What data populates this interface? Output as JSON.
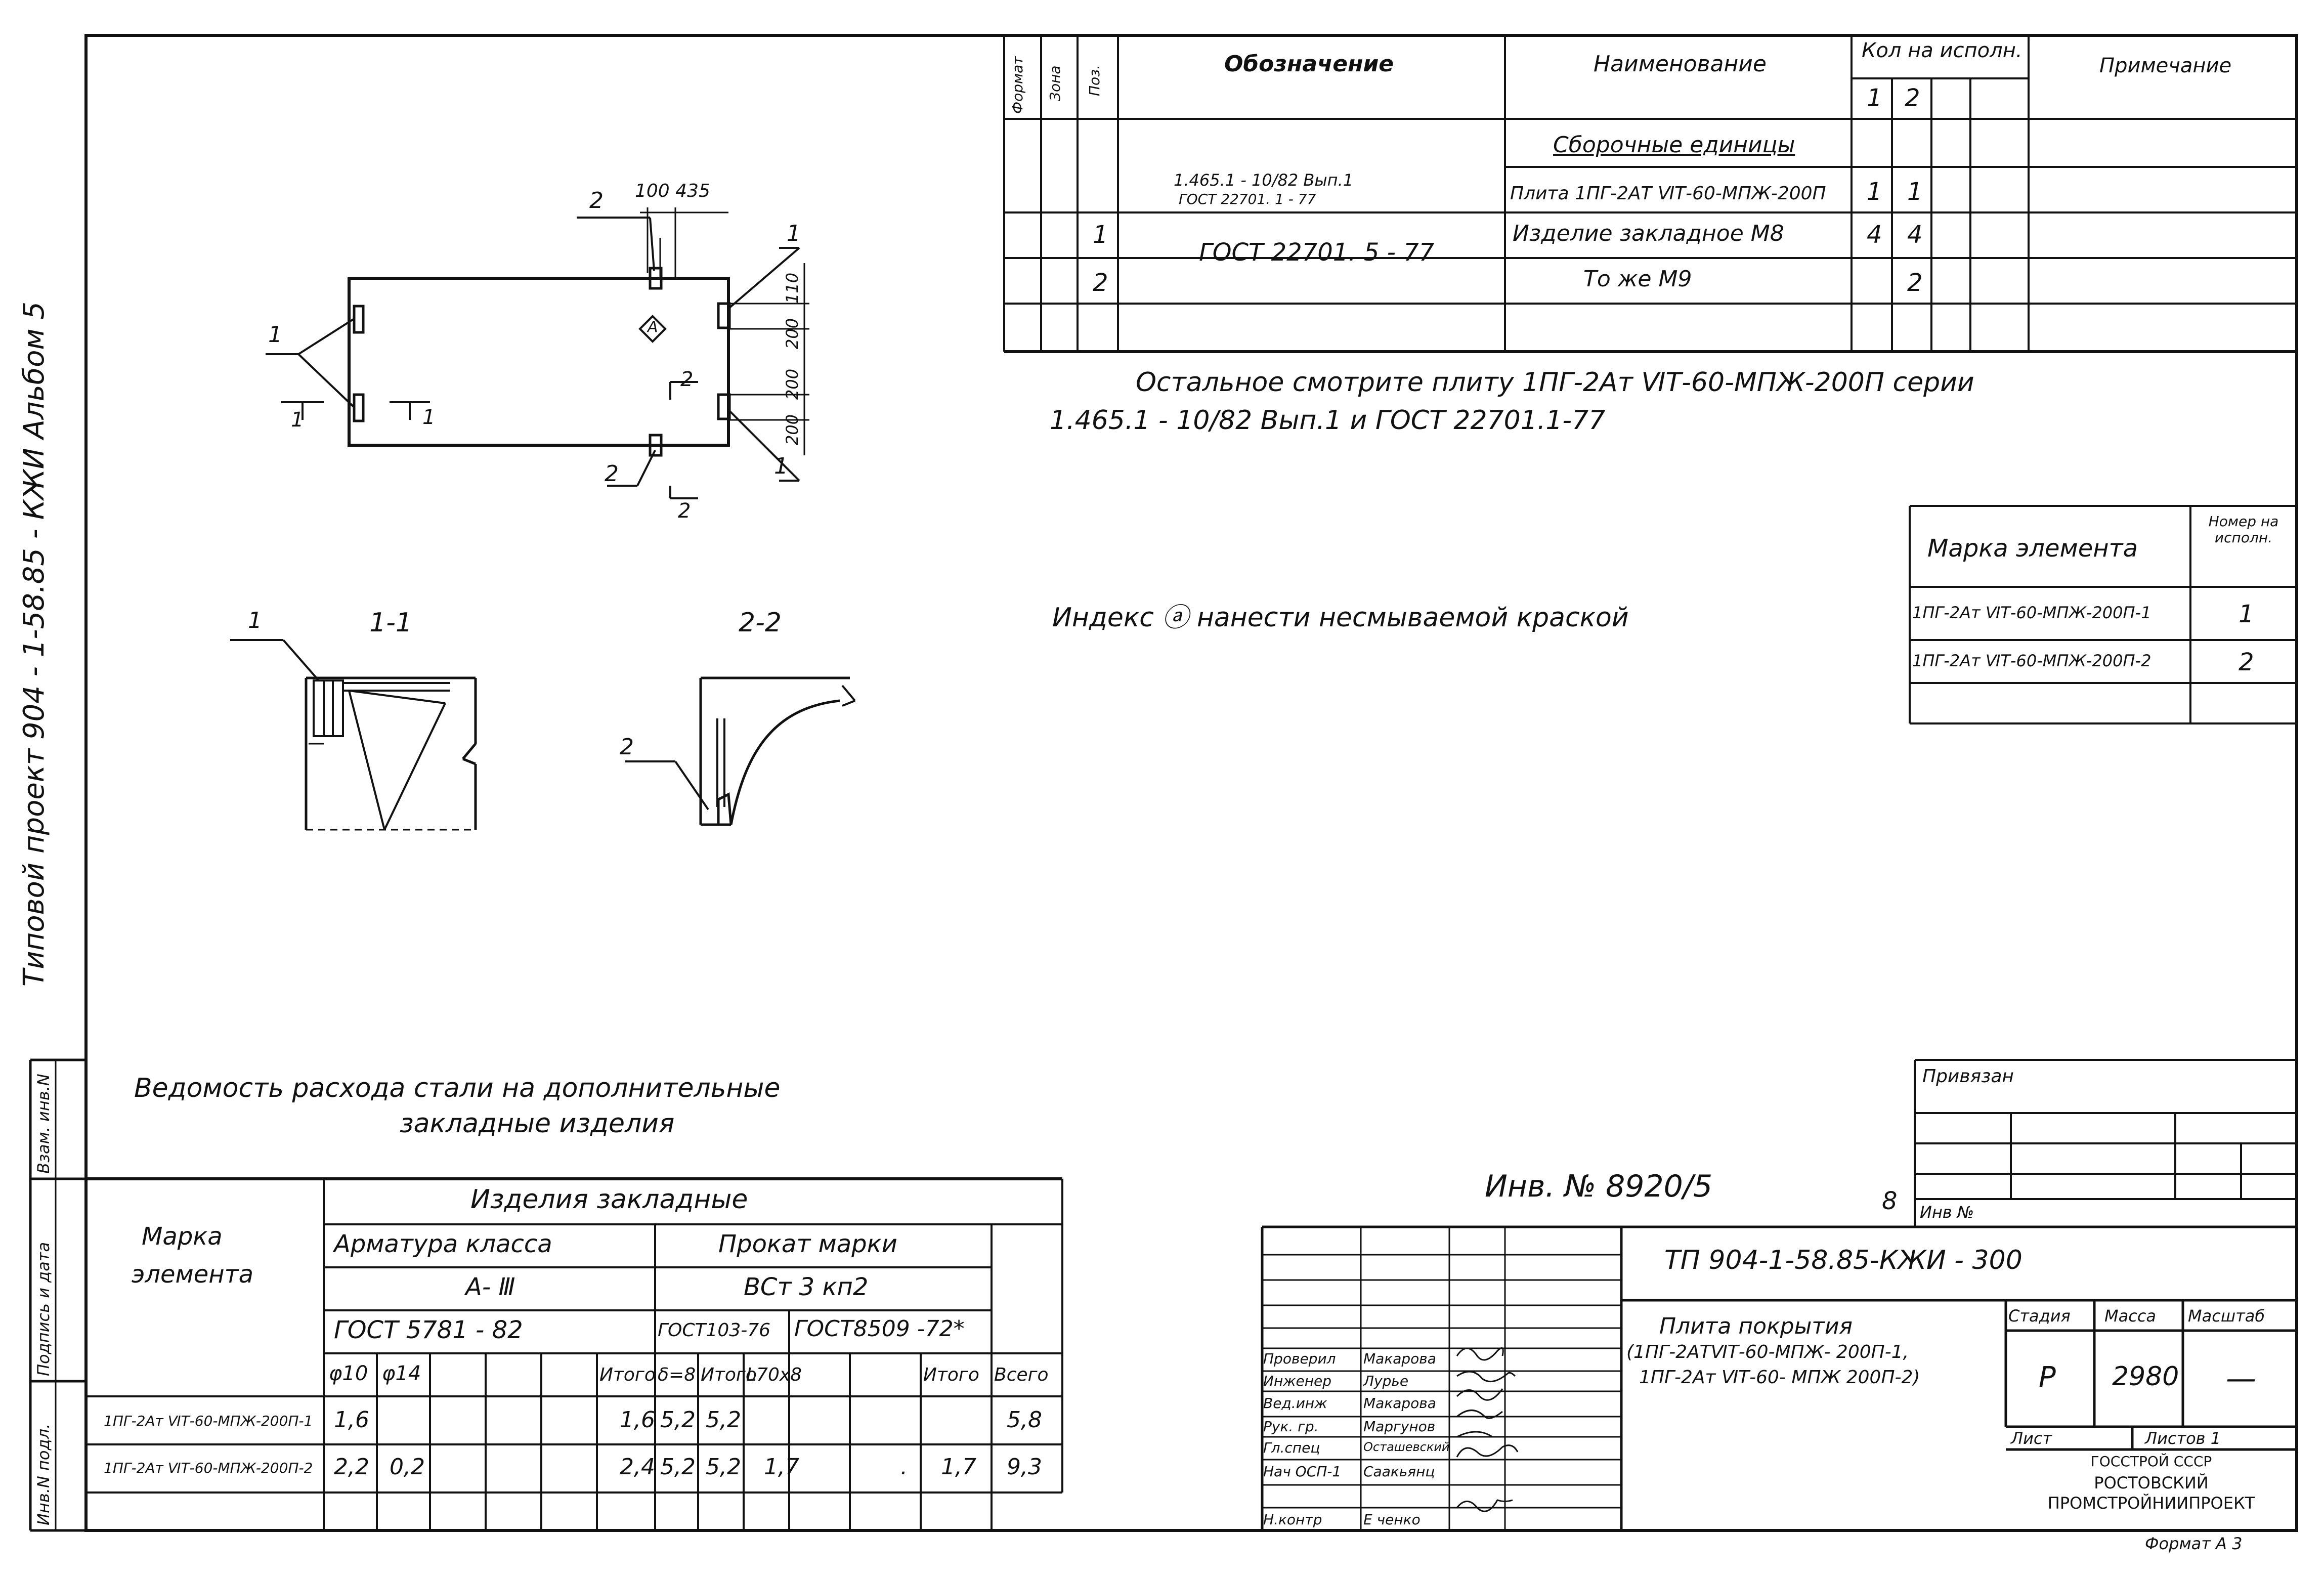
{
  "side_title": "Типовой  проект   904 - 1-58.85 - КЖИ Альбом 5",
  "spec": {
    "headers": {
      "format": "Формат",
      "zone": "Зона",
      "pos": "Поз.",
      "designation": "Обозначение",
      "name": "Наименование",
      "qty": "Кол на исполн.",
      "note": "Примечание",
      "v1": "1",
      "v2": "2"
    },
    "section": "Сборочные единицы",
    "rows": [
      {
        "pos": "",
        "designation": "1.465.1 - 10/82 Вып.1",
        "designation2": "ГОСТ 22701. 1 - 77",
        "name": "Плита 1ПГ-2АТ ⅥТ-60-МПЖ-200П",
        "q1": "1",
        "q2": "1"
      },
      {
        "pos": "1",
        "designation": "ГОСТ 22701. 5 - 77",
        "designation2": "",
        "name": "Изделие закладное  М8",
        "q1": "4",
        "q2": "4"
      },
      {
        "pos": "2",
        "designation": "",
        "designation2": "",
        "name": "То же           М9",
        "q1": "",
        "q2": "2"
      }
    ]
  },
  "note_rest_1": "Остальное   смотрите   плиту  1ПГ-2Ат ⅥТ-60-МПЖ-200П  серии",
  "note_rest_2": "1.465.1 - 10/82  Вып.1   и  ГОСТ  22701.1-77",
  "index_note": "Индекс  ⓐ  нанести  несмываемой  краской",
  "index_letter": "A",
  "marks_table": {
    "h1": "Марка  элемента",
    "h2": "Номер на исполн.",
    "rows": [
      {
        "mark": "1ПГ-2Ат ⅥТ-60-МПЖ-200П-1",
        "num": "1"
      },
      {
        "mark": "1ПГ-2Ат ⅥТ-60-МПЖ-200П-2",
        "num": "2"
      }
    ]
  },
  "drawing": {
    "labels": {
      "l1a": "1",
      "l1b": "1",
      "l1c": "1",
      "l2a": "2",
      "l2b": "2",
      "cut1a": "1",
      "cut1b": "1",
      "cut2": "2",
      "cut2b": "2",
      "dim_top": "100  435",
      "dim_r1": "110",
      "dim_r2": "200",
      "dim_r3": "200",
      "dim_r4": "200",
      "sec1_title": "1-1",
      "sec2_title": "2-2",
      "sec1_lbl": "1",
      "sec2_lbl": "2"
    }
  },
  "steel": {
    "title1": "Ведомость расхода стали на дополнительные",
    "title2": "закладные    изделия",
    "mark_h": "Марка",
    "mark_h2": "элемента",
    "products": "Изделия        закладные",
    "arm_class": "Арматура  класса",
    "arm_grade": "А- Ⅲ",
    "arm_gost": "ГОСТ  5781 - 82",
    "rolled": "Прокат  марки",
    "rolled_grade": "ВСт 3 кп2",
    "gost1": "ГОСТ103-76",
    "gost2": "ГОСТ8509 -72*",
    "cols": [
      "φ10",
      "φ14",
      "",
      "",
      "Итого",
      "δ=8",
      "Итого",
      "L70х8",
      "",
      "Итого",
      "Всего"
    ],
    "rows": [
      {
        "mark": "1ПГ-2Ат ⅥТ-60-МПЖ-200П-1",
        "v": [
          "1,6",
          "",
          "",
          "",
          "1,6",
          "5,2",
          "5,2",
          "",
          "",
          "",
          "5,8"
        ]
      },
      {
        "mark": "1ПГ-2Ат ⅥТ-60-МПЖ-200П-2",
        "v": [
          "2,2",
          "0,2",
          "",
          "",
          "2,4",
          "5,2",
          "5,2",
          "1,7",
          ".",
          "1,7",
          "9,3"
        ]
      }
    ]
  },
  "left_strip": [
    "Взам. инв.N",
    "Подпись и дата",
    "Инв.N подл."
  ],
  "inv": "Инв. №  8920/5",
  "inv_digit": "8",
  "privyazan": "Привязан",
  "inv_n": "Инв №",
  "title_block": {
    "code": "ТП 904-1-58.85-КЖИ - 300",
    "name1": "Плита покрытия",
    "name2": "(1ПГ-2АТⅥТ-60-МПЖ- 200П-1,",
    "name3": "1ПГ-2Ат ⅥТ-60- МПЖ  200П-2)",
    "stage_h": "Стадия",
    "mass_h": "Масса",
    "scale_h": "Масштаб",
    "stage": "Р",
    "mass": "2980",
    "scale": "—",
    "sheet": "Лист",
    "sheets": "Листов  1",
    "org1": "ГОССТРОЙ СССР",
    "org2": "РОСТОВСКИЙ",
    "org3": "ПРОМСТРОЙНИИПРОЕКТ",
    "people": [
      {
        "role": "Проверил",
        "name": "Макарова"
      },
      {
        "role": "Инженер",
        "name": "Лурье"
      },
      {
        "role": "Вед.инж",
        "name": "Макарова"
      },
      {
        "role": "Рук. гр.",
        "name": "Маргунов"
      },
      {
        "role": "Гл.спец",
        "name": "Осташевский"
      },
      {
        "role": "Нач ОСП-1",
        "name": "Саакьянц"
      },
      {
        "role": "Н.контр",
        "name": "Е  ченко"
      }
    ]
  },
  "format": "Формат А 3"
}
